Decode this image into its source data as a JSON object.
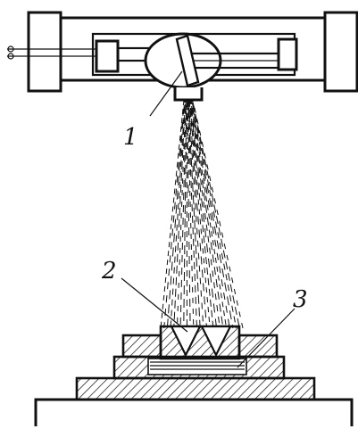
{
  "labels": {
    "tube": "1",
    "sample": "2",
    "holder": "3"
  },
  "colors": {
    "ink": "#111111",
    "paper": "#ffffff"
  }
}
